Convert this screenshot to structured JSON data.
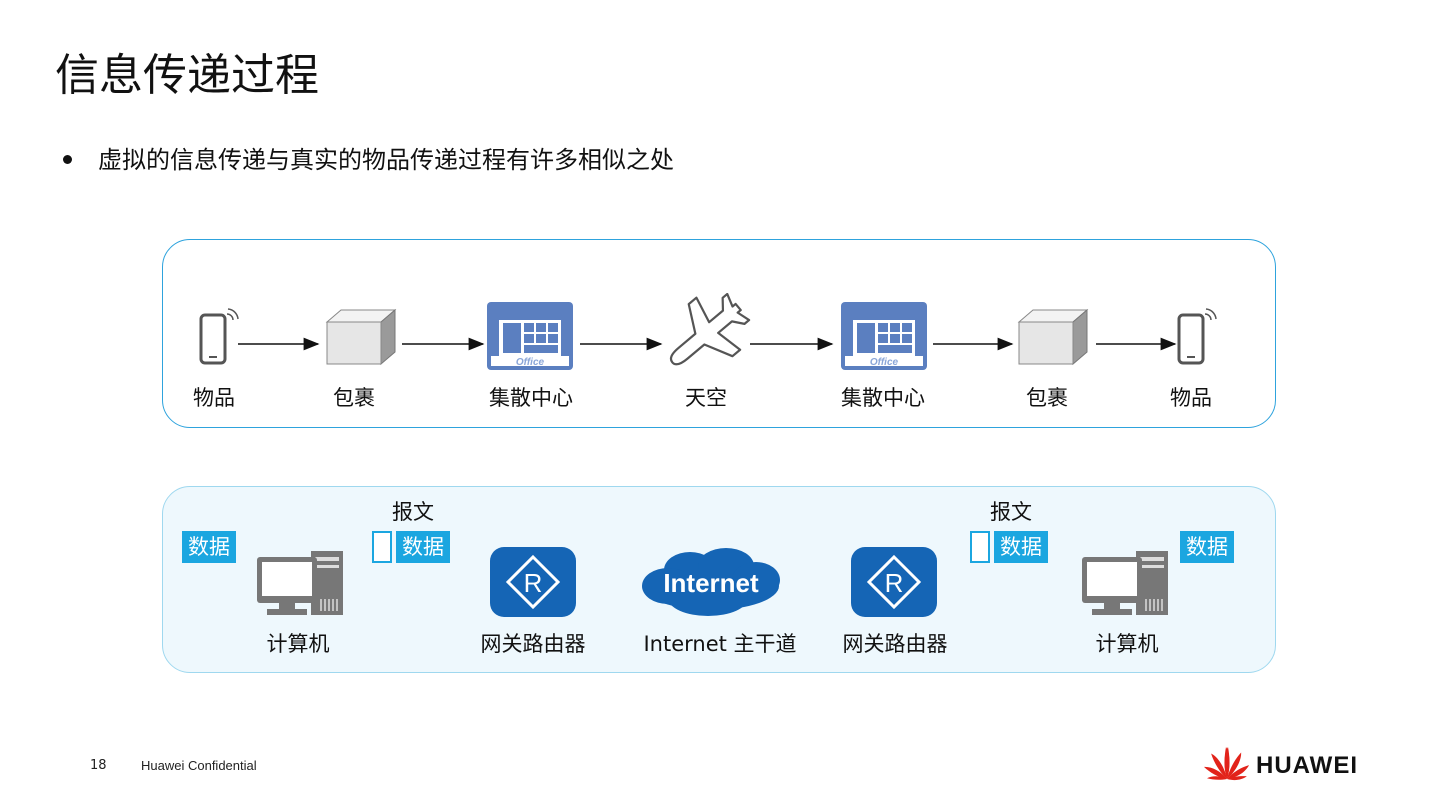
{
  "title": "信息传递过程",
  "bullet": "虚拟的信息传递与真实的物品传递过程有许多相似之处",
  "physical_flow": {
    "items": [
      {
        "label": "物品",
        "icon": "phone-icon"
      },
      {
        "label": "包裹",
        "icon": "package-icon"
      },
      {
        "label": "集散中心",
        "icon": "office-icon",
        "icon_text": "Office"
      },
      {
        "label": "天空",
        "icon": "airplane-icon"
      },
      {
        "label": "集散中心",
        "icon": "office-icon",
        "icon_text": "Office"
      },
      {
        "label": "包裹",
        "icon": "package-icon"
      },
      {
        "label": "物品",
        "icon": "phone-icon"
      }
    ]
  },
  "network_flow": {
    "nodes": [
      {
        "label": "计算机",
        "icon": "computer-icon"
      },
      {
        "label": "网关路由器",
        "icon": "router-icon"
      },
      {
        "label": "Internet 主干道",
        "icon": "internet-cloud-icon",
        "icon_text": "Internet"
      },
      {
        "label": "网关路由器",
        "icon": "router-icon"
      },
      {
        "label": "计算机",
        "icon": "computer-icon"
      }
    ],
    "data_tag": "数据",
    "message_label": "报文",
    "router_letter": "R"
  },
  "footer": {
    "page_number": "18",
    "confidential": "Huawei Confidential",
    "brand": "HUAWEI"
  },
  "colors": {
    "accent_blue": "#1ba6e0",
    "router_blue": "#1565b5",
    "office_blue": "#5b7fc0",
    "panel_border": "#2ea3dd",
    "brand_red": "#e2231a"
  }
}
